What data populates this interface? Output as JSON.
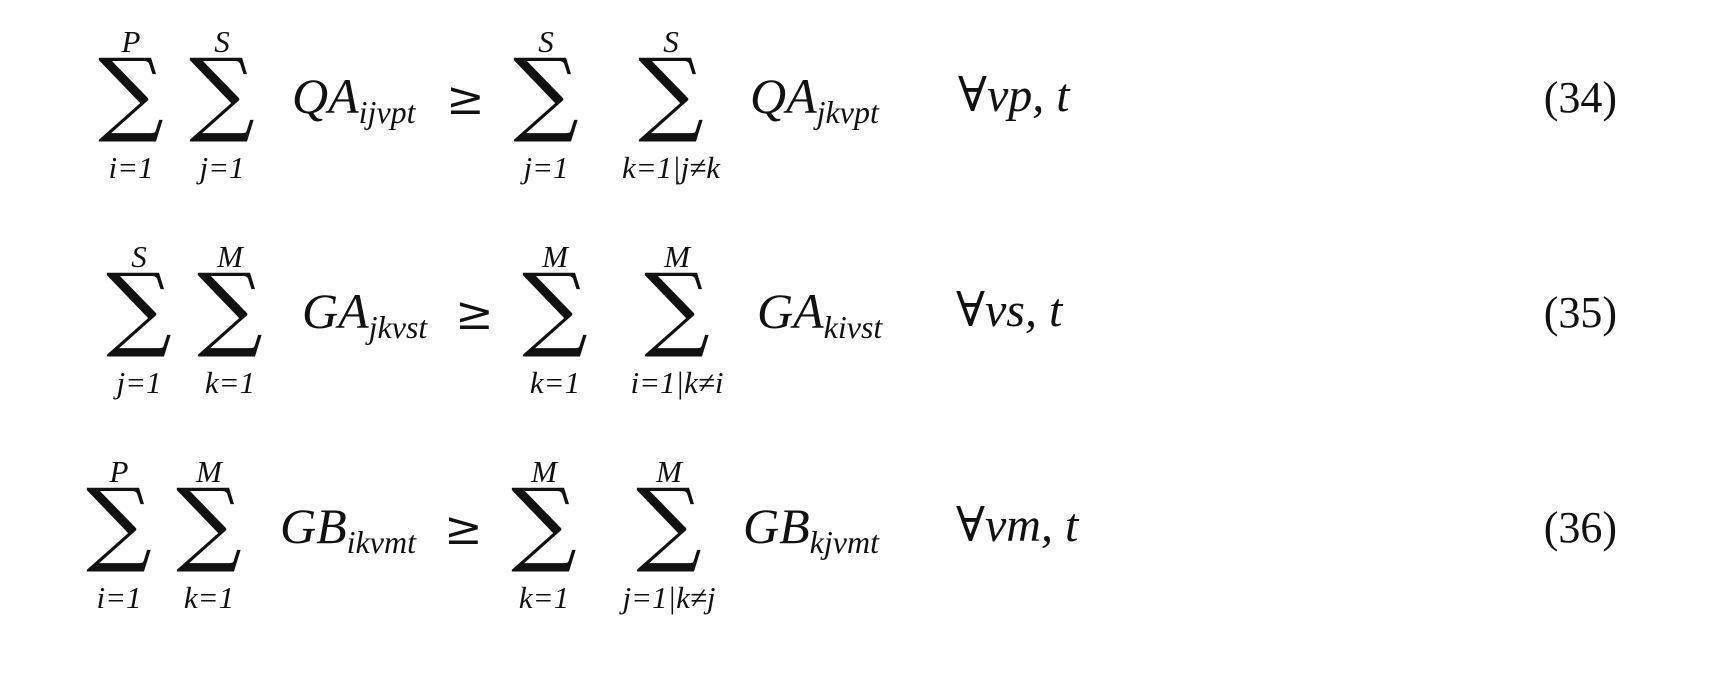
{
  "equations": [
    {
      "number": "(34)",
      "lhs": {
        "sum1": {
          "upper": "P",
          "lower": "i=1"
        },
        "sum2": {
          "upper": "S",
          "lower": "j=1"
        },
        "var": "QA",
        "sub": "ijvpt"
      },
      "relation": "≥",
      "rhs": {
        "sum1": {
          "upper": "S",
          "lower": "j=1"
        },
        "sum2": {
          "upper": "S",
          "lower": "k=1|j≠k"
        },
        "var": "QA",
        "sub": "jkvpt"
      },
      "quantifier": "∀",
      "domain": "vp, t"
    },
    {
      "number": "(35)",
      "lhs": {
        "sum1": {
          "upper": "S",
          "lower": "j=1"
        },
        "sum2": {
          "upper": "M",
          "lower": "k=1"
        },
        "var": "GA",
        "sub": "jkvst"
      },
      "relation": "≥",
      "rhs": {
        "sum1": {
          "upper": "M",
          "lower": "k=1"
        },
        "sum2": {
          "upper": "M",
          "lower": "i=1|k≠i"
        },
        "var": "GA",
        "sub": "kivst"
      },
      "quantifier": "∀",
      "domain": "vs, t"
    },
    {
      "number": "(36)",
      "lhs": {
        "sum1": {
          "upper": "P",
          "lower": "i=1"
        },
        "sum2": {
          "upper": "M",
          "lower": "k=1"
        },
        "var": "GB",
        "sub": "ikvmt"
      },
      "relation": "≥",
      "rhs": {
        "sum1": {
          "upper": "M",
          "lower": "k=1"
        },
        "sum2": {
          "upper": "M",
          "lower": "j=1|k≠j"
        },
        "var": "GB",
        "sub": "kjvmt"
      },
      "quantifier": "∀",
      "domain": "vm, t"
    }
  ],
  "symbols": {
    "sum": "∑"
  }
}
